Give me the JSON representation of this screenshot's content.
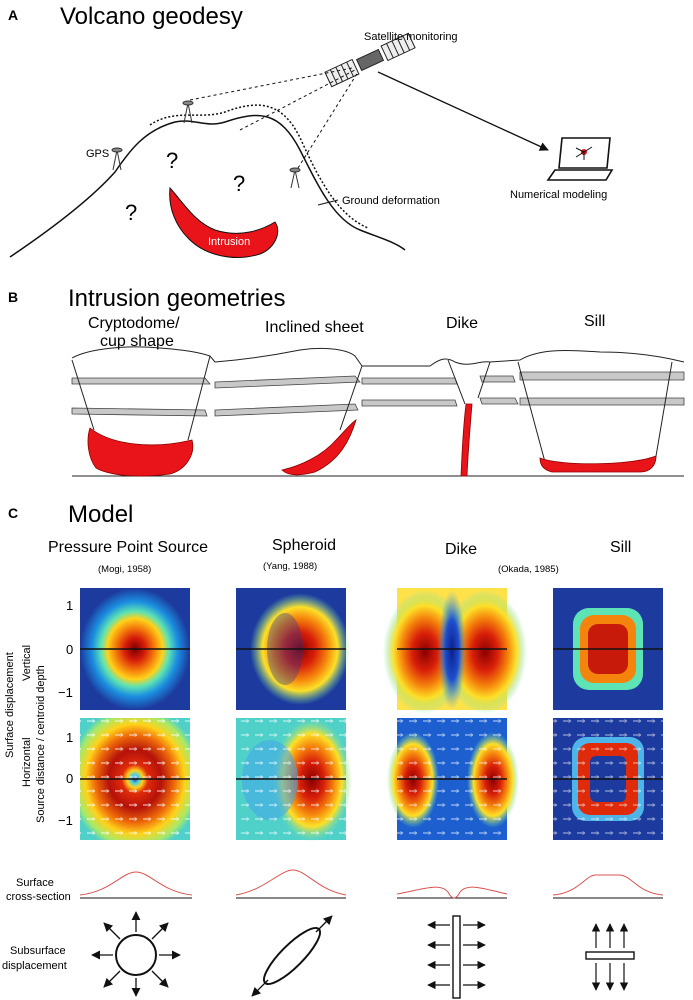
{
  "panel_a": {
    "letter": "A",
    "title": "Volcano geodesy",
    "satellite_label": "Satellite monitoring",
    "gps_label": "GPS",
    "deformation_label": "Ground deformation",
    "intrusion_label": "Intrusion",
    "modeling_label": "Numerical modeling",
    "unknown_mark": "?"
  },
  "panel_b": {
    "letter": "B",
    "title": "Intrusion geometries",
    "geometries": [
      {
        "label_line1": "Cryptodome/",
        "label_line2": "cup shape"
      },
      {
        "label_line1": "Inclined sheet",
        "label_line2": ""
      },
      {
        "label_line1": "Dike",
        "label_line2": ""
      },
      {
        "label_line1": "Sill",
        "label_line2": ""
      }
    ]
  },
  "panel_c": {
    "letter": "C",
    "title": "Model",
    "models": [
      {
        "name": "Pressure Point Source",
        "citation": "(Mogi, 1958)"
      },
      {
        "name": "Spheroid",
        "citation": "(Yang, 1988)"
      },
      {
        "name": "Dike",
        "citation": ""
      },
      {
        "name": "Sill",
        "citation": ""
      }
    ],
    "shared_citation": "(Okada, 1985)",
    "y_axis": {
      "outer_label": "Surface displacement",
      "inner_label": "Source distance / centroid depth",
      "row_labels": [
        "Vertical",
        "Horizontal"
      ],
      "ticks": [
        "1",
        "0",
        "−1"
      ]
    },
    "cross_section_label_line1": "Surface",
    "cross_section_label_line2": "cross-section",
    "subsurface_label_line1": "Subsurface",
    "subsurface_label_line2": "displacement",
    "colors": {
      "intrusion": "#e8141a",
      "profile": "#d9534f"
    }
  }
}
